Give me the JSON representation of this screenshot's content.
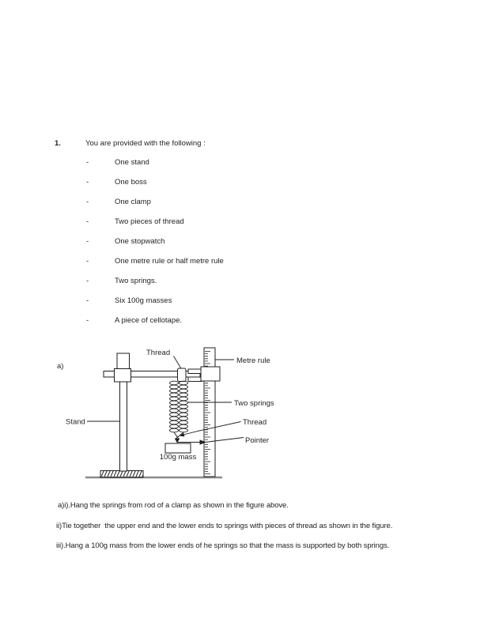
{
  "question": {
    "number": "1.",
    "intro": "You are provided with the following :"
  },
  "equipment": {
    "bullet": "-",
    "items": [
      "One stand",
      "One boss",
      "One clamp",
      "Two pieces of thread",
      "One stopwatch",
      "One metre rule or half metre rule",
      "Two springs.",
      "Six 100g masses",
      "A piece of cellotape."
    ]
  },
  "figure": {
    "part_label": "a)",
    "labels": {
      "thread_top": "Thread",
      "metre_rule": "Metre rule",
      "two_springs": "Two springs",
      "thread_lower": "Thread",
      "pointer": "Pointer",
      "stand": "Stand",
      "mass": "100g mass"
    }
  },
  "instructions": {
    "line1": "a)i).Hang the springs from rod of a clamp as shown in the figure above.",
    "line2": "ii)Tie together  the upper end and the lower ends to springs with pieces of thread as shown in the figure.",
    "line3": "iii).Hang a 100g mass from the lower ends of he springs so that the mass is supported by both springs."
  },
  "colors": {
    "ink": "#1f1f1f",
    "ground": "#8a8a8a",
    "paper": "#ffffff"
  }
}
